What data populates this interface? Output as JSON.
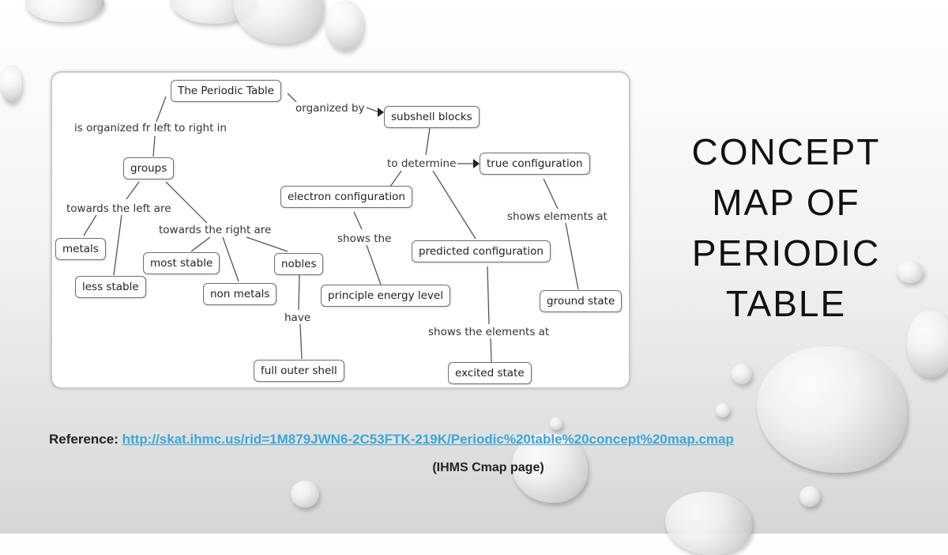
{
  "title": {
    "lines": [
      "CONCEPT",
      "MAP OF",
      "PERIODIC",
      "TABLE"
    ]
  },
  "concept_map": {
    "nodes": {
      "periodic_table": "The Periodic Table",
      "subshell_blocks": "subshell blocks",
      "groups": "groups",
      "true_configuration": "true configuration",
      "electron_configuration": "electron configuration",
      "metals": "metals",
      "most_stable": "most stable",
      "nobles": "nobles",
      "predicted_configuration": "predicted configuration",
      "less_stable": "less stable",
      "non_metals": "non metals",
      "principle_energy_level": "principle energy level",
      "ground_state": "ground state",
      "full_outer_shell": "full outer shell",
      "excited_state": "excited state"
    },
    "links": {
      "organized_by": "organized by",
      "organized_left_right": "is organized fr left to right in",
      "to_determine": "to determine",
      "towards_left": "towards the left are",
      "towards_right": "towards the right are",
      "shows_the": "shows the",
      "shows_elements_at": "shows elements at",
      "have": "have",
      "shows_the_elements_at": "shows the elements at"
    }
  },
  "reference": {
    "label": "Reference:",
    "url": "http://skat.ihmc.us/rid=1M879JWN6-2C53FTK-219K/Periodic%20table%20concept%20map.cmap",
    "caption": "(IHMS Cmap page)"
  },
  "colors": {
    "link": "#3aa7d8",
    "title_text": "#111111"
  }
}
